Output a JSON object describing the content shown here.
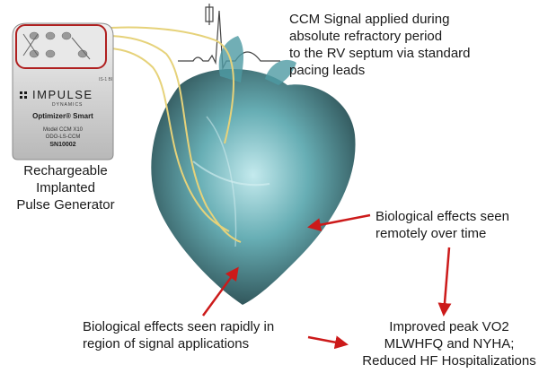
{
  "device": {
    "brand": "IMPULSE",
    "brand_sub": "DYNAMICS",
    "product": "Optimizer® Smart",
    "model_lines": [
      "Model CCM X10",
      "ODO-LS-CCM",
      "SN10002"
    ]
  },
  "labels": {
    "ccm_signal": [
      "CCM Signal applied during",
      "absolute refractory period",
      "to the RV septum via standard",
      "pacing leads"
    ],
    "generator": [
      "Rechargeable",
      "Implanted",
      "Pulse Generator"
    ],
    "remote_effects": [
      "Biological effects seen",
      "remotely over time"
    ],
    "rapid_effects": [
      "Biological effects seen rapidly in",
      "region of signal applications"
    ],
    "outcomes": [
      "Improved peak VO2",
      "MLWHFQ and NYHA;",
      "Reduced HF Hospitalizations"
    ]
  },
  "colors": {
    "arrow": "#cc1a1a",
    "lead": "#e6d27a",
    "heart": "#3d8f99"
  }
}
